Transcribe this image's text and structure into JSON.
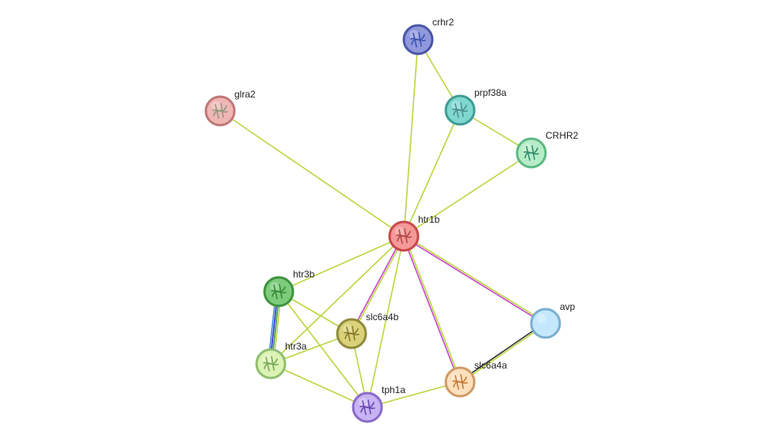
{
  "network": {
    "nodes": [
      {
        "id": "crhr2",
        "label": "crhr2",
        "fill": "#8f99db",
        "stroke": "#4a56a8",
        "glyph": "#3d55b5"
      },
      {
        "id": "glra2",
        "label": "glra2",
        "fill": "#f0b6b6",
        "stroke": "#c07878",
        "glyph": "#8f9a7a"
      },
      {
        "id": "prpf38a",
        "label": "prpf38a",
        "fill": "#7fd8d0",
        "stroke": "#3e9c94",
        "glyph": "#4f8f8f"
      },
      {
        "id": "CRHR2",
        "label": "CRHR2",
        "fill": "#b8ecc8",
        "stroke": "#5cb882",
        "glyph": "#2f8f6f"
      },
      {
        "id": "htr1b",
        "label": "htr1b",
        "fill": "#f59898",
        "stroke": "#c84848",
        "glyph": "#b04848"
      },
      {
        "id": "htr3b",
        "label": "htr3b",
        "fill": "#7ccc7c",
        "stroke": "#3e943e",
        "glyph": "#3a8a3a"
      },
      {
        "id": "slc6a4b",
        "label": "slc6a4b",
        "fill": "#d9d27a",
        "stroke": "#8f8a3a",
        "glyph": "#8a7a2a"
      },
      {
        "id": "htr3a",
        "label": "htr3a",
        "fill": "#dcf3b5",
        "stroke": "#8fbf6e",
        "glyph": "#7aa85a"
      },
      {
        "id": "avp",
        "label": "avp",
        "fill": "#c4e8fb",
        "stroke": "#7aaed0",
        "glyph": ""
      },
      {
        "id": "slc6a4a",
        "label": "slc6a4a",
        "fill": "#fde0bc",
        "stroke": "#cf9a68",
        "glyph": "#c87a3a"
      },
      {
        "id": "tph1a",
        "label": "tph1a",
        "fill": "#c8b3f3",
        "stroke": "#8a6ac8",
        "glyph": "#6a4ab0"
      }
    ],
    "edges": [
      {
        "from": "crhr2",
        "to": "prpf38a",
        "colors": [
          "#b9d640"
        ]
      },
      {
        "from": "crhr2",
        "to": "htr1b",
        "colors": [
          "#b9d640"
        ]
      },
      {
        "from": "prpf38a",
        "to": "CRHR2",
        "colors": [
          "#b9d640"
        ]
      },
      {
        "from": "prpf38a",
        "to": "htr1b",
        "colors": [
          "#b9d640"
        ]
      },
      {
        "from": "CRHR2",
        "to": "htr1b",
        "colors": [
          "#b9d640"
        ]
      },
      {
        "from": "glra2",
        "to": "htr1b",
        "colors": [
          "#b9d640"
        ]
      },
      {
        "from": "htr1b",
        "to": "htr3b",
        "colors": [
          "#b9d640"
        ]
      },
      {
        "from": "htr1b",
        "to": "htr3a",
        "colors": [
          "#b9d640"
        ]
      },
      {
        "from": "htr1b",
        "to": "tph1a",
        "colors": [
          "#b9d640"
        ]
      },
      {
        "from": "htr1b",
        "to": "slc6a4b",
        "colors": [
          "#b9d640",
          "#c844c8"
        ]
      },
      {
        "from": "htr1b",
        "to": "slc6a4a",
        "colors": [
          "#b9d640",
          "#c844c8"
        ]
      },
      {
        "from": "htr1b",
        "to": "avp",
        "colors": [
          "#b9d640",
          "#c844c8"
        ]
      },
      {
        "from": "htr3b",
        "to": "htr3a",
        "colors": [
          "#b9d640",
          "#3a9a3a",
          "#2a2ac8",
          "#3a8ad8"
        ]
      },
      {
        "from": "htr3b",
        "to": "slc6a4b",
        "colors": [
          "#b9d640"
        ]
      },
      {
        "from": "htr3b",
        "to": "tph1a",
        "colors": [
          "#b9d640"
        ]
      },
      {
        "from": "htr3a",
        "to": "slc6a4b",
        "colors": [
          "#b9d640"
        ]
      },
      {
        "from": "htr3a",
        "to": "tph1a",
        "colors": [
          "#b9d640"
        ]
      },
      {
        "from": "slc6a4b",
        "to": "tph1a",
        "colors": [
          "#b9d640"
        ]
      },
      {
        "from": "tph1a",
        "to": "slc6a4a",
        "colors": [
          "#b9d640"
        ]
      },
      {
        "from": "avp",
        "to": "slc6a4a",
        "colors": [
          "#b9d640",
          "#333333"
        ]
      }
    ]
  }
}
